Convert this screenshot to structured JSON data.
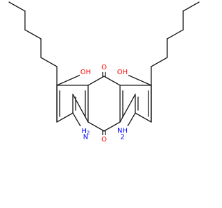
{
  "colors": {
    "carbon": "#1a1a1a",
    "oxygen": "#ff0000",
    "nitrogen": "#0000ff",
    "background": "#ffffff"
  },
  "labels": {
    "oxo_top": "O",
    "oxo_bottom": "O",
    "hydroxyl_left": "OH",
    "hydroxyl_right": "OH",
    "amino_left_h": "H",
    "amino_left_sub": "2",
    "amino_left_n": "N",
    "amino_right_n": "NH",
    "amino_right_sub": "2"
  }
}
